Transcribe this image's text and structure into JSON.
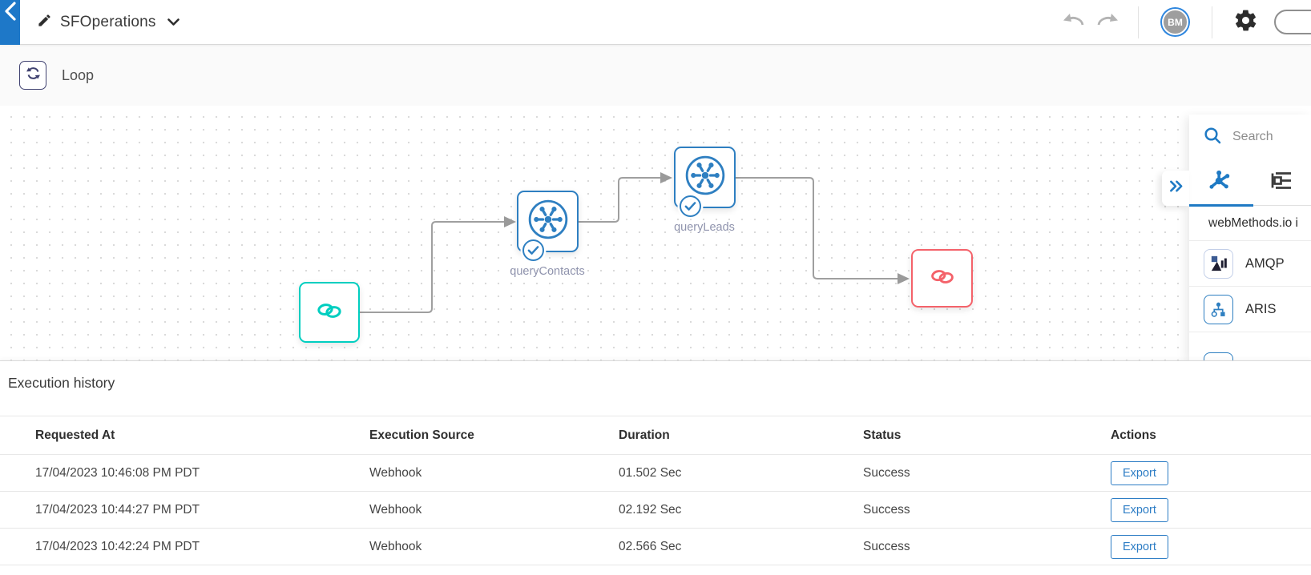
{
  "header": {
    "title": "SFOperations",
    "avatar_initials": "BM"
  },
  "step": {
    "label": "Loop"
  },
  "canvas": {
    "nodes": {
      "start": {
        "type": "link-trigger"
      },
      "queryContacts": {
        "label": "queryContacts",
        "status": "success"
      },
      "queryLeads": {
        "label": "queryLeads",
        "status": "success"
      },
      "end": {
        "type": "link-stop"
      }
    }
  },
  "panel": {
    "search_placeholder": "Search",
    "section_title": "webMethods.io i",
    "connectors": [
      {
        "name": "AMQP"
      },
      {
        "name": "ARIS"
      }
    ]
  },
  "history": {
    "title": "Execution history",
    "columns": [
      "Requested At",
      "Execution Source",
      "Duration",
      "Status",
      "Actions"
    ],
    "rows": [
      {
        "requested_at": "17/04/2023 10:46:08 PM PDT",
        "source": "Webhook",
        "duration": "01.502 Sec",
        "status": "Success",
        "action": "Export"
      },
      {
        "requested_at": "17/04/2023 10:44:27 PM PDT",
        "source": "Webhook",
        "duration": "02.192 Sec",
        "status": "Success",
        "action": "Export"
      },
      {
        "requested_at": "17/04/2023 10:42:24 PM PDT",
        "source": "Webhook",
        "duration": "02.566 Sec",
        "status": "Success",
        "action": "Export"
      }
    ]
  },
  "colors": {
    "accent_blue": "#1f7ac4",
    "node_blue": "#2e7fc1",
    "node_teal": "#00cec0",
    "node_red": "#f4626a",
    "success_teal": "#1dbfa3"
  }
}
